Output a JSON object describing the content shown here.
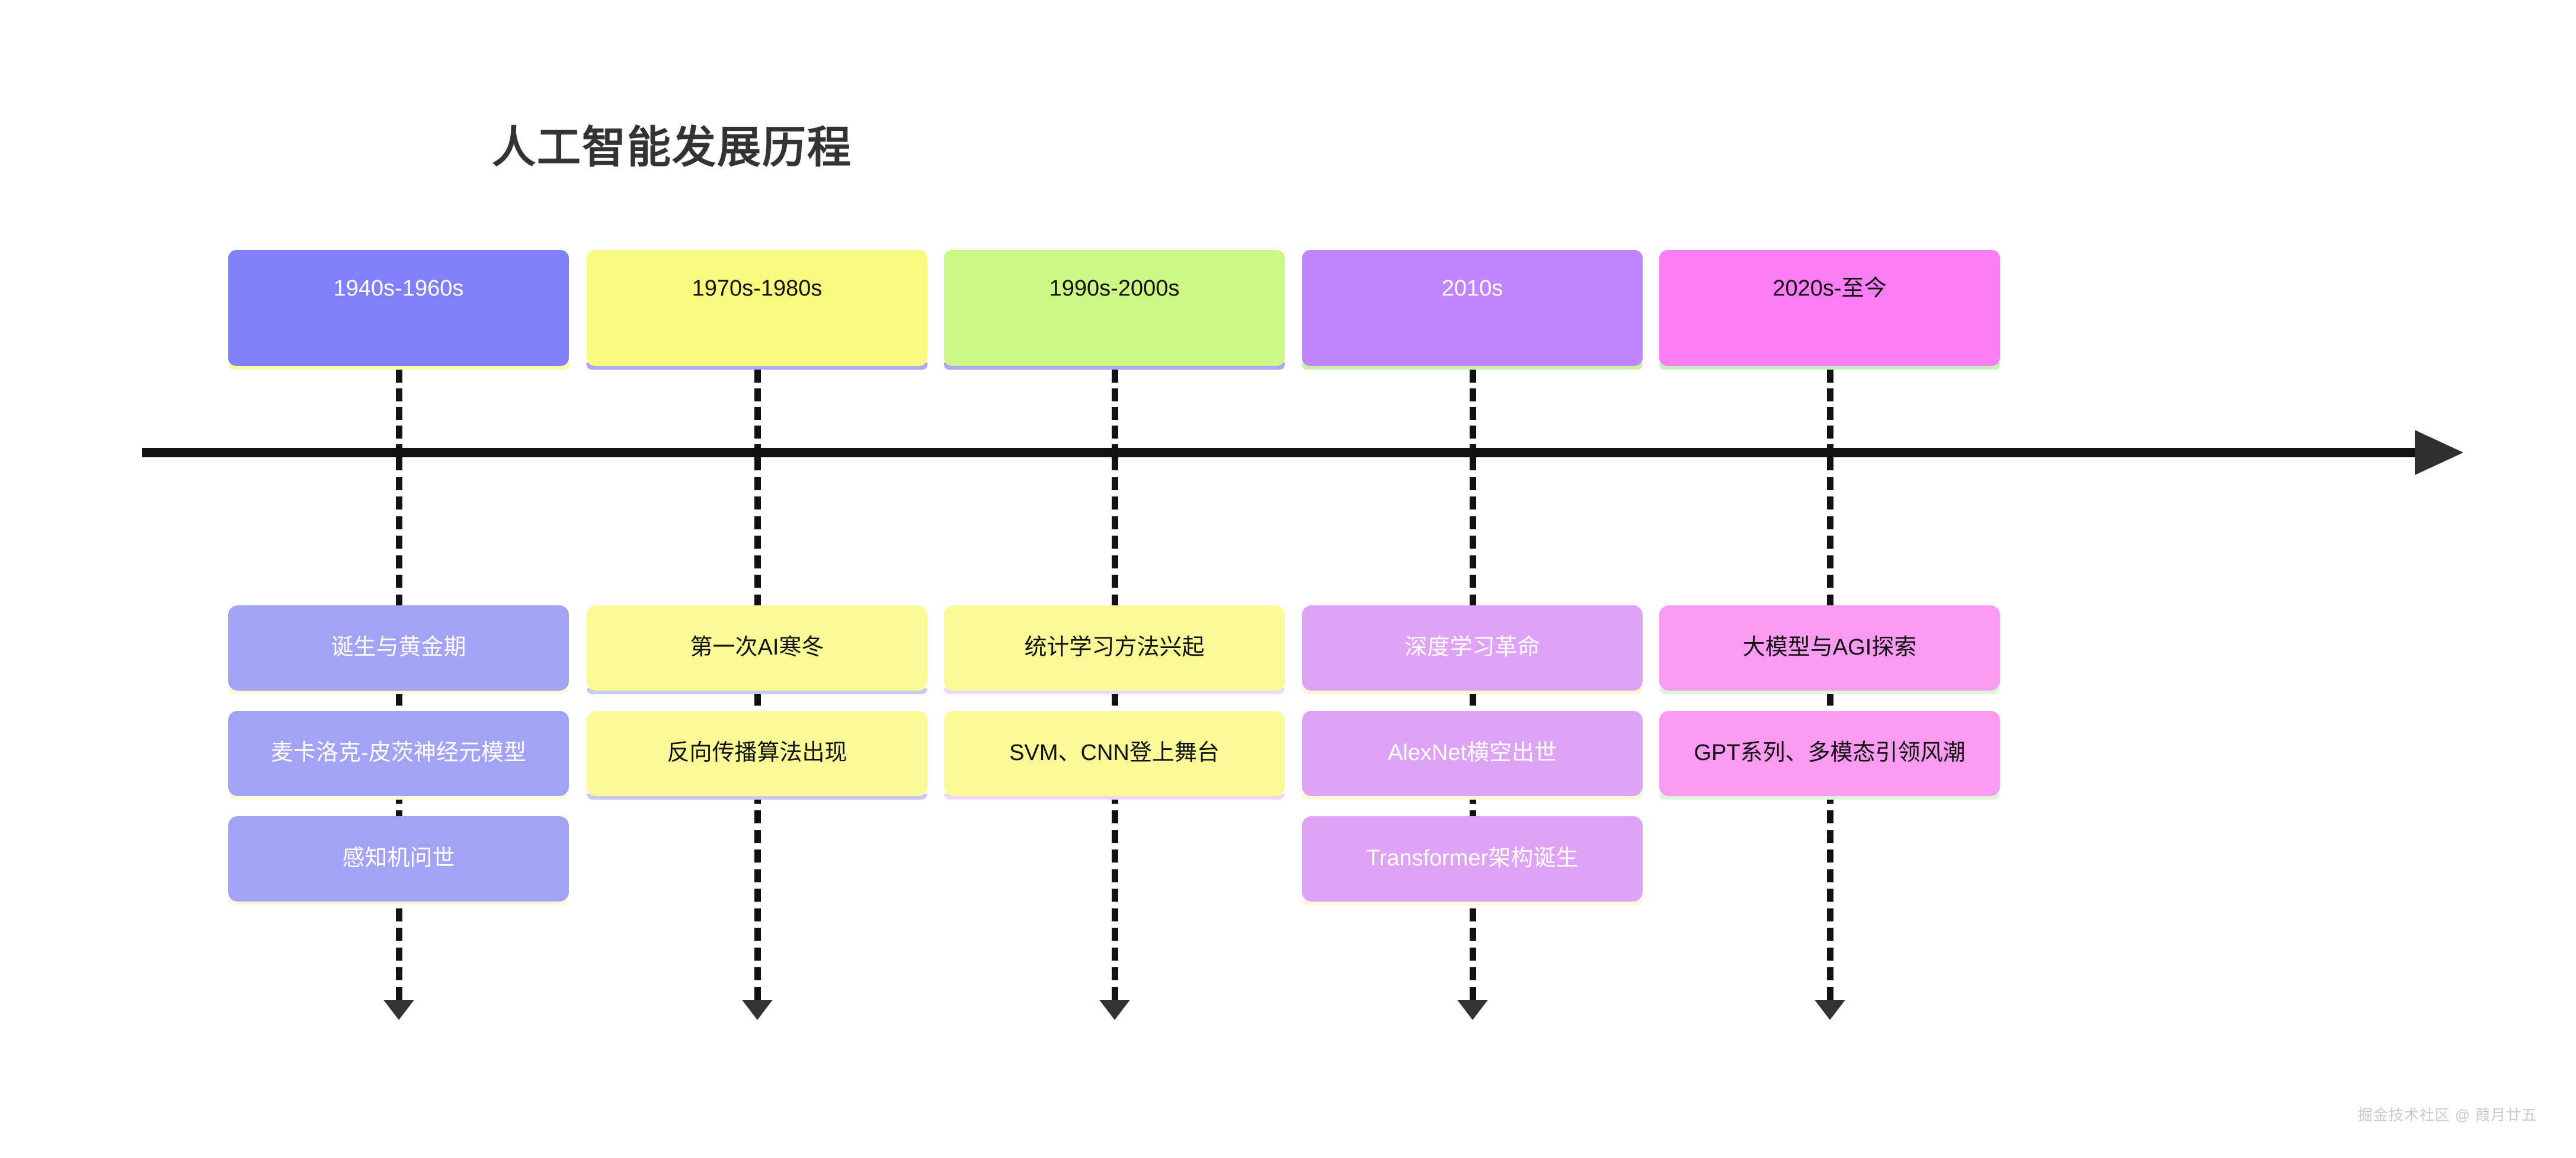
{
  "page": {
    "title": "人工智能发展历程",
    "background_color": "#ffffff",
    "title_color": "#333333"
  },
  "timeline": {
    "axis_color": "#111111",
    "arrow_color": "#2f2f2f",
    "connector_style": "dashed",
    "connector_color": "#111111"
  },
  "chart_data": {
    "type": "timeline",
    "title": "人工智能发展历程",
    "orientation": "horizontal",
    "era_count": 5,
    "eras": [
      {
        "label": "1940s-1960s",
        "color": "#8080F8",
        "shadow_color": "#FBFBA8",
        "text_color": "#ffffff",
        "events": [
          {
            "label": "诞生与黄金期",
            "color": "#A3A3F6",
            "text_color": "#ffffff",
            "shadow_color": "#FCFBD9"
          },
          {
            "label": "麦卡洛克-皮茨神经元模型",
            "color": "#A3A3F6",
            "text_color": "#ffffff",
            "shadow_color": "#FCFBD9"
          },
          {
            "label": "感知机问世",
            "color": "#A3A3F6",
            "text_color": "#ffffff",
            "shadow_color": "#FCFBD9"
          }
        ]
      },
      {
        "label": "1970s-1980s",
        "color": "#FAFA80",
        "shadow_color": "#A8A8F6",
        "text_color": "#111111",
        "events": [
          {
            "label": "第一次AI寒冬",
            "color": "#FAFA97",
            "text_color": "#111111",
            "shadow_color": "#C9C9F2"
          },
          {
            "label": "反向传播算法出现",
            "color": "#FAFA97",
            "text_color": "#111111",
            "shadow_color": "#C9C9F2"
          }
        ]
      },
      {
        "label": "1990s-2000s",
        "color": "#CBF884",
        "shadow_color": "#A8A8F6",
        "text_color": "#111111",
        "events": [
          {
            "label": "统计学习方法兴起",
            "color": "#FAFA97",
            "text_color": "#111111",
            "shadow_color": "#F2D6F8"
          },
          {
            "label": "SVM、CNN登上舞台",
            "color": "#FAFA97",
            "text_color": "#111111",
            "shadow_color": "#F2D6F8"
          }
        ]
      },
      {
        "label": "2010s",
        "color": "#C185FF",
        "shadow_color": "#CDF0AE",
        "text_color": "#ffffff",
        "events": [
          {
            "label": "深度学习革命",
            "color": "#DFA3F6",
            "text_color": "#ffffff",
            "shadow_color": "#FBF7D4"
          },
          {
            "label": "AlexNet横空出世",
            "color": "#DFA3F6",
            "text_color": "#ffffff",
            "shadow_color": "#FBF7D4"
          },
          {
            "label": "Transformer架构诞生",
            "color": "#DFA3F6",
            "text_color": "#ffffff",
            "shadow_color": "#FBF7D4"
          }
        ]
      },
      {
        "label": "2020s-至今",
        "color": "#FA7DF5",
        "shadow_color": "#C6F2C2",
        "text_color": "#111111",
        "events": [
          {
            "label": "大模型与AGI探索",
            "color": "#FA9BF2",
            "text_color": "#111111",
            "shadow_color": "#DCF5DC"
          },
          {
            "label": "GPT系列、多模态引领风潮",
            "color": "#FA9BF2",
            "text_color": "#111111",
            "shadow_color": "#DCF5DC"
          }
        ]
      }
    ]
  },
  "watermark": {
    "text": "掘金技术社区 @ 葭月廿五",
    "color": "#c9c9cf"
  }
}
